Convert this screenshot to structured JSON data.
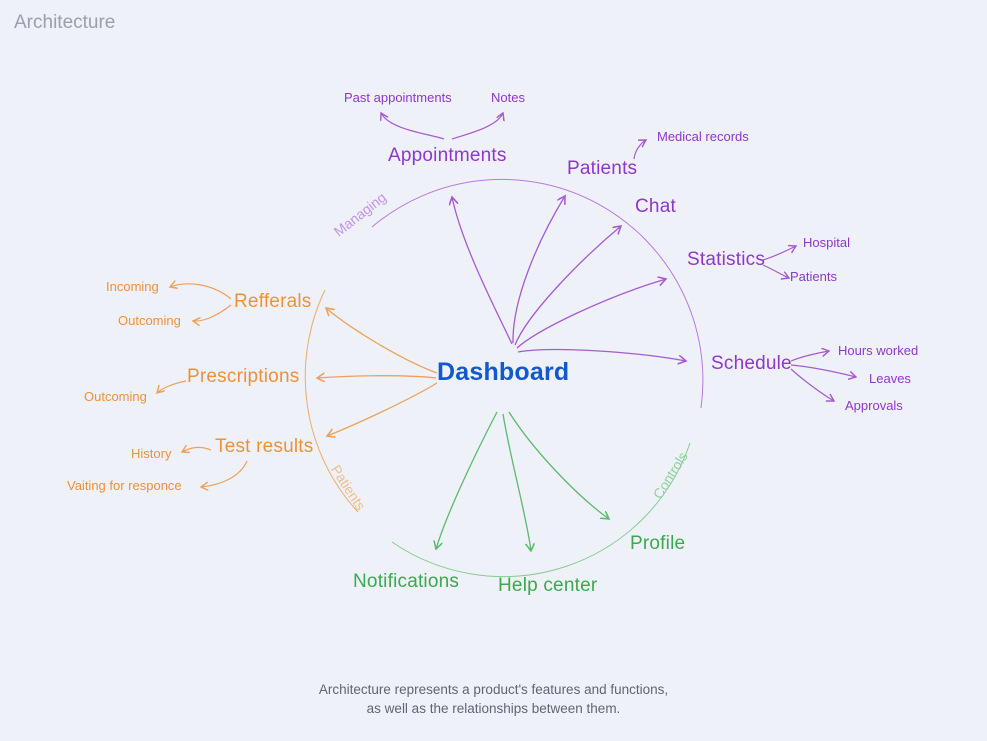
{
  "title": "Architecture",
  "center": {
    "label": "Dashboard"
  },
  "branches": {
    "managing": {
      "arc_label": "Managing",
      "nodes": {
        "appointments": "Appointments",
        "past_appointments": "Past appointments",
        "notes": "Notes",
        "patients": "Patients",
        "medical_records": "Medical records",
        "chat": "Chat",
        "statistics": "Statistics",
        "hospital": "Hospital",
        "statistics_patients": "Patients",
        "schedule": "Schedule",
        "hours_worked": "Hours worked",
        "leaves": "Leaves",
        "approvals": "Approvals"
      }
    },
    "patients_flows": {
      "arc_label": "Patients",
      "nodes": {
        "refferals": "Refferals",
        "incoming": "Incoming",
        "outcoming": "Outcoming",
        "prescriptions": "Prescriptions",
        "prescriptions_outcoming": "Outcoming",
        "test_results": "Test results",
        "history": "History",
        "vaiting_for_responce": "Vaiting for responce"
      }
    },
    "controls": {
      "arc_label": "Controls",
      "nodes": {
        "profile": "Profile",
        "help_center": "Help center",
        "notifications": "Notifications"
      }
    }
  },
  "caption": {
    "line1": "Architecture represents a product's features and functions,",
    "line2": "as well as the relationships between them."
  },
  "colors": {
    "managing": "#9136cc",
    "patients": "#ee9138",
    "controls": "#3ca950",
    "dashboard": "#1358cd",
    "background": "#eef1f7"
  }
}
